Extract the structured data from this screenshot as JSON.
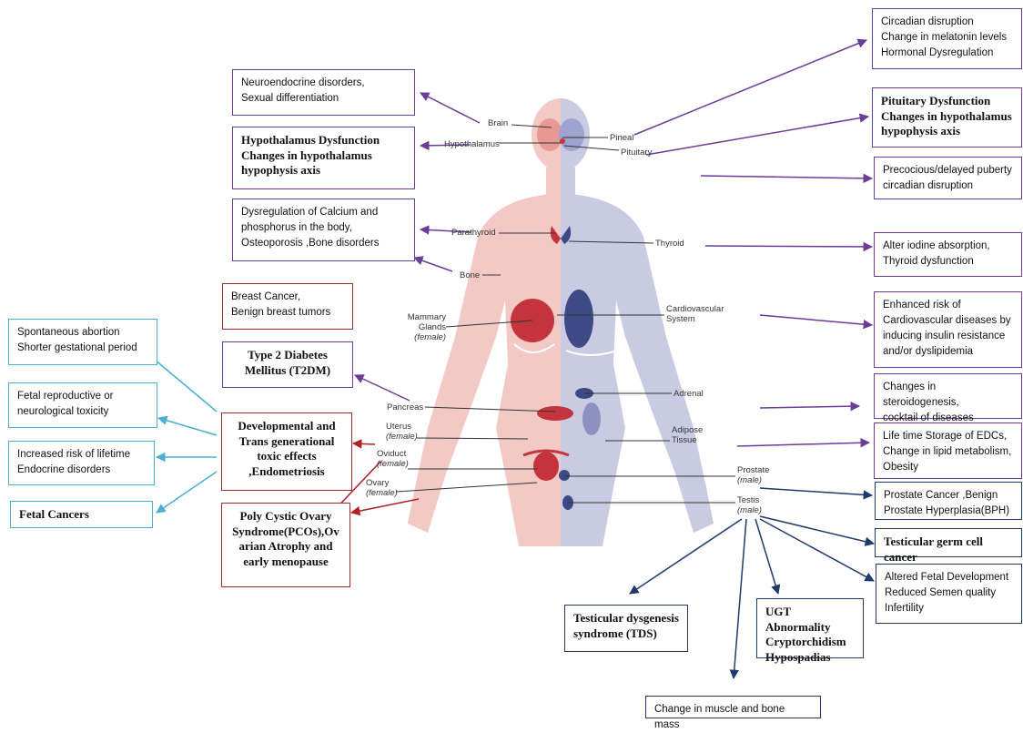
{
  "organ_labels": {
    "brain": "Brain",
    "hypothalamus": "Hypothalamus",
    "pineal": "Pineal",
    "pituitary": "Pituitary",
    "parathyroid": "Parathyroid",
    "thyroid": "Thyroid",
    "bone": "Bone",
    "mammary": "Mammary\nGlands",
    "female_tag": "(female)",
    "male_tag": "(male)",
    "cardiovascular": "Cardiovascular\nSystem",
    "pancreas": "Pancreas",
    "adrenal": "Adrenal",
    "uterus": "Uterus",
    "adipose": "Adipose\nTissue",
    "oviduct": "Oviduct",
    "ovary": "Ovary",
    "prostate": "Prostate",
    "testis": "Testis"
  },
  "effects": {
    "neuroendocrine": "Neuroendocrine disorders,\nSexual differentiation",
    "hypothalamus_dysfunction": "Hypothalamus Dysfunction\nChanges in hypothalamus\nhypophysis axis",
    "calcium": "Dysregulation of Calcium and\nphosphorus in the body,\nOsteoporosis ,Bone disorders",
    "breast_cancer": "Breast Cancer,\nBenign breast tumors",
    "t2dm": "Type 2 Diabetes\nMellitus (T2DM)",
    "developmental": "Developmental and\nTrans generational\ntoxic effects\n,Endometriosis",
    "pcos": "Poly Cystic Ovary\nSyndrome(PCOs),Ov\narian Atrophy  and\nearly menopause",
    "spontaneous_abortion": "Spontaneous abortion\nShorter gestational period",
    "fetal_toxicity": "Fetal reproductive or\nneurological toxicity",
    "endocrine_risk": "Increased risk of lifetime\nEndocrine disorders",
    "fetal_cancers": "Fetal Cancers",
    "circadian": "Circadian disruption\nChange in melatonin levels\nHormonal Dysregulation",
    "pituitary_dysfunction": "Pituitary Dysfunction\nChanges in hypothalamus\nhypophysis axis",
    "puberty": "Precocious/delayed puberty\ncircadian disruption",
    "iodine": "Alter iodine absorption,\nThyroid dysfunction",
    "cardio_risk": "Enhanced risk of\nCardiovascular diseases by\ninducing insulin resistance\nand/or dyslipidemia",
    "steroidogenesis": "Changes in steroidogenesis,\ncocktail of diseases",
    "edc_storage": "Life time Storage of EDCs,\nChange in lipid metabolism,\nObesity",
    "prostate_cancer": "Prostate Cancer ,Benign\nProstate Hyperplasia(BPH)",
    "germ_cell": "Testicular germ cell cancer",
    "fetal_development": "Altered Fetal Development\nReduced Semen quality\nInfertility",
    "tds": "Testicular dysgenesis\nsyndrome (TDS)",
    "ugt": "UGT Abnormality\nCryptorchidism\nHypospadias",
    "muscle_bone": "Change in muscle and bone mass"
  },
  "colors": {
    "female_body": "#f2c9c4",
    "male_body": "#c9cbe3",
    "female_organ": "#c4343c",
    "male_organ": "#3d4a86",
    "purple_arrow": "#6a3d9a",
    "red_arrow": "#b22222",
    "blue_arrow": "#4aaed6",
    "navy_arrow": "#1f3a6b"
  }
}
